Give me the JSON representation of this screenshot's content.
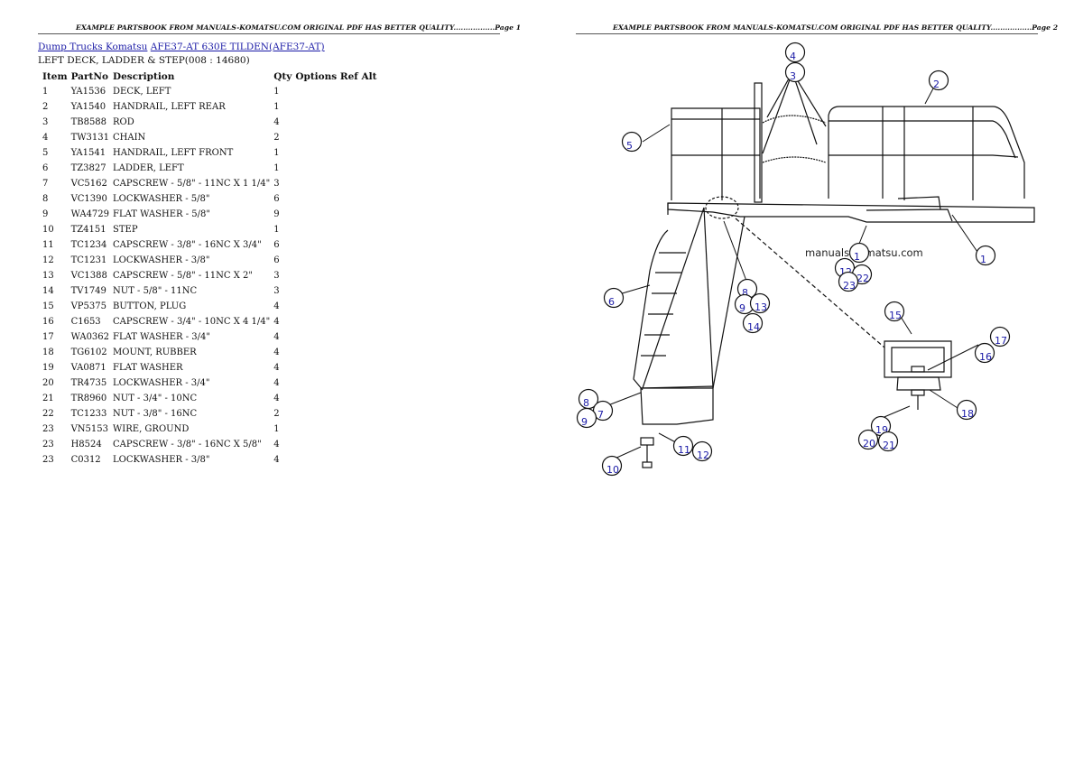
{
  "header_left": "EXAMPLE PARTSBOOK FROM MANUALS-KOMATSU.COM ORIGINAL PDF HAS BETTER QUALITY.................Page 1",
  "header_right": "EXAMPLE PARTSBOOK FROM MANUALS-KOMATSU.COM ORIGINAL PDF HAS BETTER QUALITY.................Page 2",
  "breadcrumb": {
    "link1": "Dump Trucks Komatsu",
    "link2": "AFE37-AT 630E TILDEN(AFE37-AT)"
  },
  "subtitle": "LEFT DECK, LADDER & STEP(008 : 14680)",
  "table": {
    "headers": {
      "item": "Item",
      "partno": "PartNo",
      "description": "Description",
      "qty": "Qty",
      "rest": "Options Ref Alt"
    },
    "rows": [
      {
        "item": "1",
        "partno": "YA1536",
        "description": "DECK, LEFT",
        "qty": "1"
      },
      {
        "item": "2",
        "partno": "YA1540",
        "description": "HANDRAIL, LEFT REAR",
        "qty": "1"
      },
      {
        "item": "3",
        "partno": "TB8588",
        "description": "ROD",
        "qty": "4"
      },
      {
        "item": "4",
        "partno": "TW3131",
        "description": "CHAIN",
        "qty": "2"
      },
      {
        "item": "5",
        "partno": "YA1541",
        "description": "HANDRAIL, LEFT FRONT",
        "qty": "1"
      },
      {
        "item": "6",
        "partno": "TZ3827",
        "description": "LADDER, LEFT",
        "qty": "1"
      },
      {
        "item": "7",
        "partno": "VC5162",
        "description": "CAPSCREW - 5/8\" - 11NC X 1 1/4\"",
        "qty": "3"
      },
      {
        "item": "8",
        "partno": "VC1390",
        "description": "LOCKWASHER - 5/8\"",
        "qty": "6"
      },
      {
        "item": "9",
        "partno": "WA4729",
        "description": "FLAT WASHER - 5/8\"",
        "qty": "9"
      },
      {
        "item": "10",
        "partno": "TZ4151",
        "description": "STEP",
        "qty": "1"
      },
      {
        "item": "11",
        "partno": "TC1234",
        "description": "CAPSCREW - 3/8\" - 16NC X 3/4\"",
        "qty": "6"
      },
      {
        "item": "12",
        "partno": "TC1231",
        "description": "LOCKWASHER - 3/8\"",
        "qty": "6"
      },
      {
        "item": "13",
        "partno": "VC1388",
        "description": "CAPSCREW - 5/8\" - 11NC X 2\"",
        "qty": "3"
      },
      {
        "item": "14",
        "partno": "TV1749",
        "description": "NUT - 5/8\" - 11NC",
        "qty": "3"
      },
      {
        "item": "15",
        "partno": "VP5375",
        "description": "BUTTON, PLUG",
        "qty": "4"
      },
      {
        "item": "16",
        "partno": "C1653",
        "description": "CAPSCREW - 3/4\" - 10NC X 4 1/4\"",
        "qty": "4"
      },
      {
        "item": "17",
        "partno": "WA0362",
        "description": "FLAT WASHER - 3/4\"",
        "qty": "4"
      },
      {
        "item": "18",
        "partno": "TG6102",
        "description": "MOUNT, RUBBER",
        "qty": "4"
      },
      {
        "item": "19",
        "partno": "VA0871",
        "description": "FLAT WASHER",
        "qty": "4"
      },
      {
        "item": "20",
        "partno": "TR4735",
        "description": "LOCKWASHER - 3/4\"",
        "qty": "4"
      },
      {
        "item": "21",
        "partno": "TR8960",
        "description": "NUT - 3/4\" - 10NC",
        "qty": "4"
      },
      {
        "item": "22",
        "partno": "TC1233",
        "description": "NUT - 3/8\" - 16NC",
        "qty": "2"
      },
      {
        "item": "23",
        "partno": "VN5153",
        "description": "WIRE, GROUND",
        "qty": "1"
      },
      {
        "item": "23",
        "partno": "H8524",
        "description": "CAPSCREW - 3/8\" - 16NC X 5/8\"",
        "qty": "4"
      },
      {
        "item": "23",
        "partno": "C0312",
        "description": "LOCKWASHER - 3/8\"",
        "qty": "4"
      }
    ]
  },
  "diagram": {
    "watermark": "manuals-komatsu.com",
    "callouts": [
      "4",
      "3",
      "2",
      "5",
      "1",
      "1",
      "12",
      "22",
      "23",
      "6",
      "8",
      "9",
      "13",
      "14",
      "15",
      "17",
      "16",
      "8",
      "7",
      "9",
      "18",
      "19",
      "20",
      "21",
      "11",
      "12",
      "10"
    ]
  },
  "colors": {
    "link": "#1a1aa6",
    "callout_text": "#1a1aa6"
  }
}
